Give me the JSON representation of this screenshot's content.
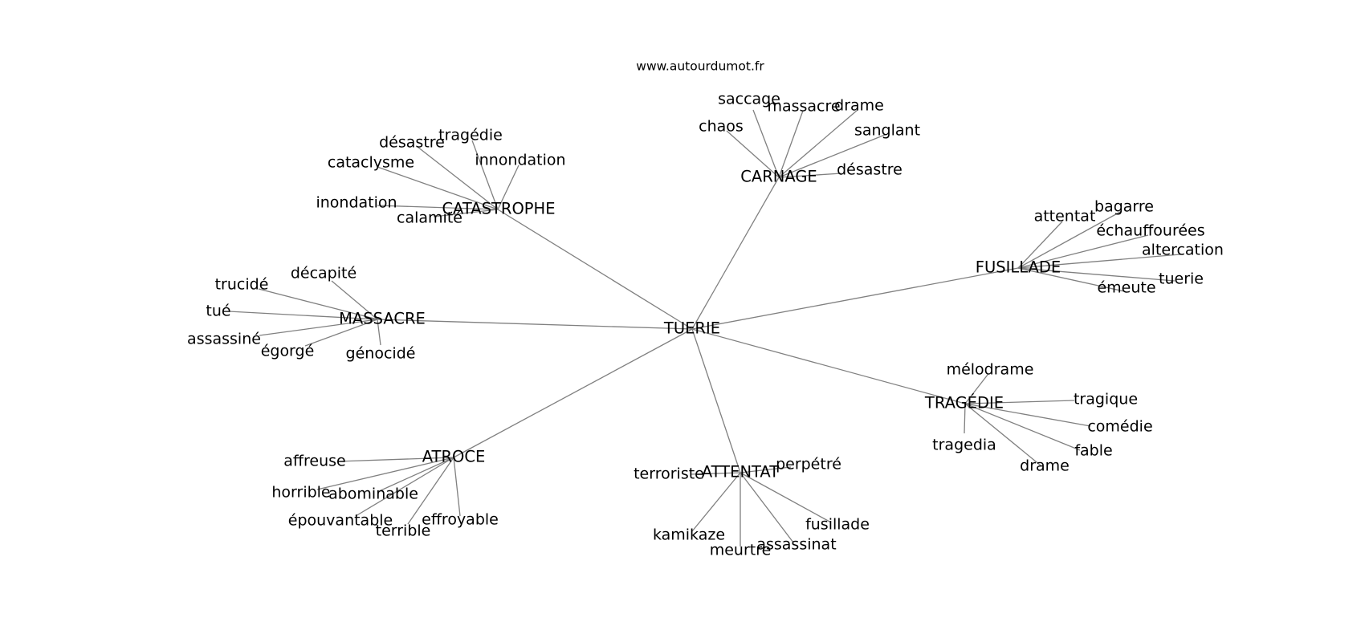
{
  "source": "www.autourdumot.fr",
  "center": "TUERIE",
  "clusters": [
    {
      "id": "carnage",
      "label": "CARNAGE",
      "words": [
        "chaos",
        "saccage",
        "massacre",
        "drame",
        "sanglant",
        "désastre"
      ]
    },
    {
      "id": "catastrophe",
      "label": "CATASTROPHE",
      "words": [
        "désastre",
        "tragédie",
        "cataclysme",
        "innondation",
        "inondation",
        "calamité"
      ]
    },
    {
      "id": "massacre",
      "label": "MASSACRE",
      "words": [
        "trucidé",
        "décapité",
        "tué",
        "assassiné",
        "égorgé",
        "génocidé"
      ]
    },
    {
      "id": "fusillade",
      "label": "FUSILLADE",
      "words": [
        "attentat",
        "bagarre",
        "échauffourées",
        "altercation",
        "tuerie",
        "émeute"
      ]
    },
    {
      "id": "tragedie",
      "label": "TRAGÉDIE",
      "words": [
        "mélodrame",
        "tragique",
        "comédie",
        "fable",
        "drame",
        "tragedia"
      ]
    },
    {
      "id": "atroce",
      "label": "ATROCE",
      "words": [
        "affreuse",
        "horrible",
        "abominable",
        "épouvantable",
        "terrible",
        "effroyable"
      ]
    },
    {
      "id": "attentat",
      "label": "ATTENTAT",
      "words": [
        "terroriste",
        "perpétré",
        "kamikaze",
        "meurtre",
        "assassinat",
        "fusillade"
      ]
    }
  ]
}
